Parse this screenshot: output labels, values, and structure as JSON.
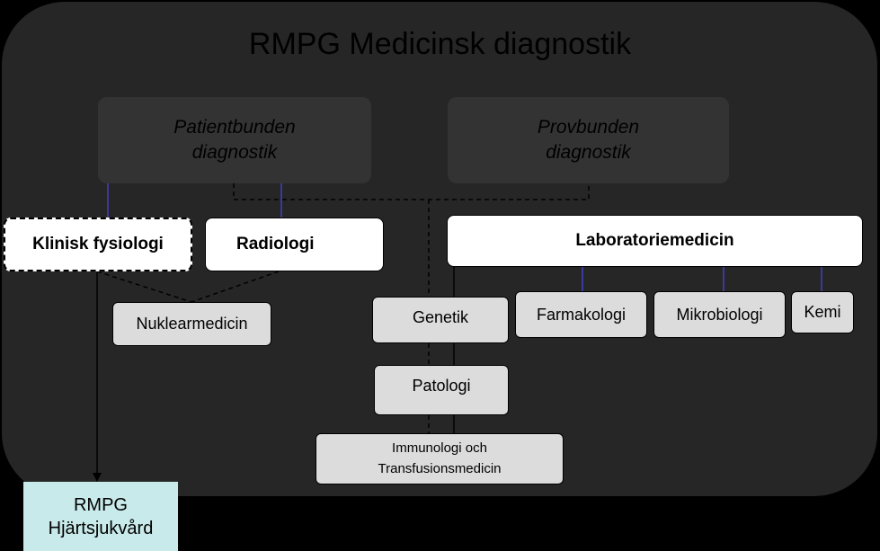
{
  "title": "RMPG Medicinsk diagnostik",
  "categories": {
    "patient": "Patientbunden\ndiagnostik",
    "sample": "Provbunden\ndiagnostik"
  },
  "units": {
    "klinisk_fysiologi": "Klinisk fysiologi",
    "radiologi": "Radiologi",
    "laboratoriemedicin": "Laboratoriemedicin"
  },
  "subunits": {
    "nuklearmedicin": "Nuklearmedicin",
    "genetik": "Genetik",
    "patologi": "Patologi",
    "immunologi": "Immunologi och\nTransfusionsmedicin",
    "farmakologi": "Farmakologi",
    "mikrobiologi": "Mikrobiologi",
    "kemi": "Kemi"
  },
  "external": {
    "hjartsjukvard": "RMPG\nHjärtsjukvård"
  },
  "colors": {
    "background": "#000000",
    "panel": "#262626",
    "category": "#333333",
    "primary_box": "#ffffff",
    "sub_box": "#dcdcdc",
    "external_box": "#c9eaea",
    "connector_blue": "#3a3a9a"
  }
}
